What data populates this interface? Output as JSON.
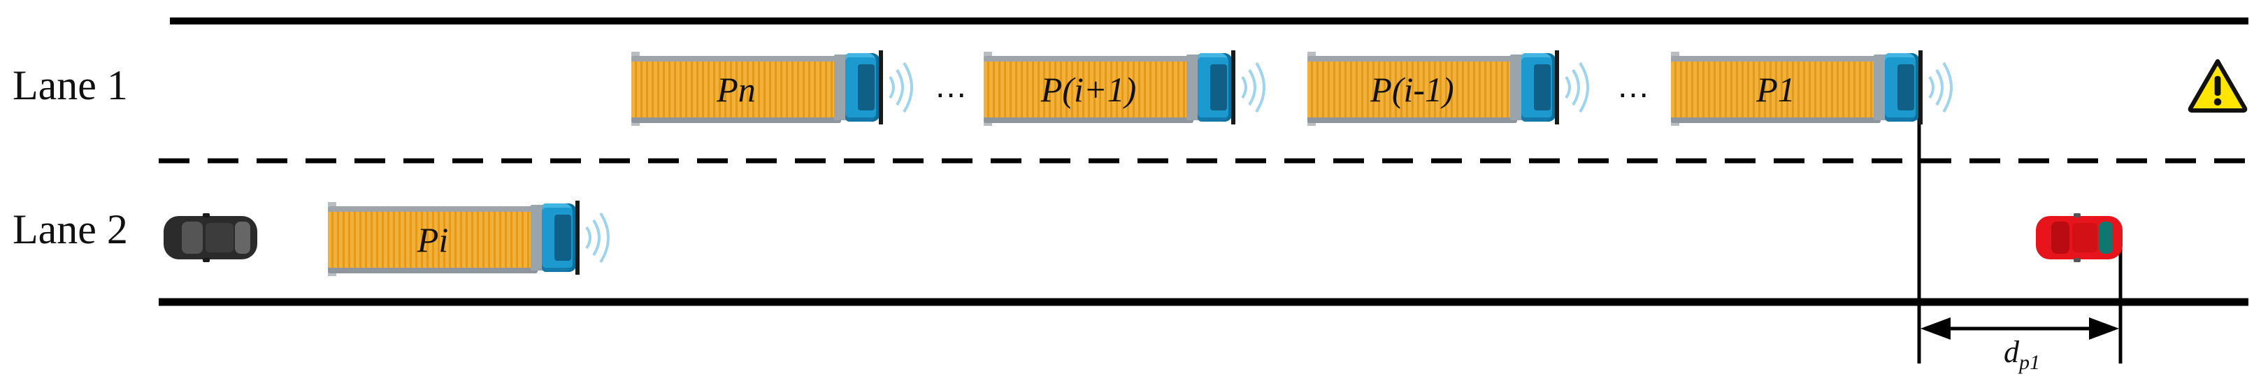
{
  "lanes": [
    {
      "label": "Lane 1"
    },
    {
      "label": "Lane 2"
    }
  ],
  "platoon_lane1": [
    {
      "label": "Pn"
    },
    {
      "label": "P(i+1)"
    },
    {
      "label": "P(i-1)"
    },
    {
      "label": "P1"
    }
  ],
  "ellipsis": "…",
  "lane2_truck": {
    "label": "Pi"
  },
  "distance_label": {
    "main": "d",
    "sub": "p1"
  },
  "colors": {
    "road_line": "#000000",
    "trailer": "#f2b13a",
    "cab": "#1c9ad0",
    "signal_waves": "#9fd4ee",
    "warning_fill": "#ffe500",
    "lane2_red_car": "#e8141b",
    "lane2_dark_car": "#2b2b2b"
  },
  "icons": {
    "warning": "warning-triangle-icon",
    "signal": "wireless-signal-icon",
    "obstacle_car": "red-car-icon",
    "rear_car": "dark-car-icon"
  }
}
